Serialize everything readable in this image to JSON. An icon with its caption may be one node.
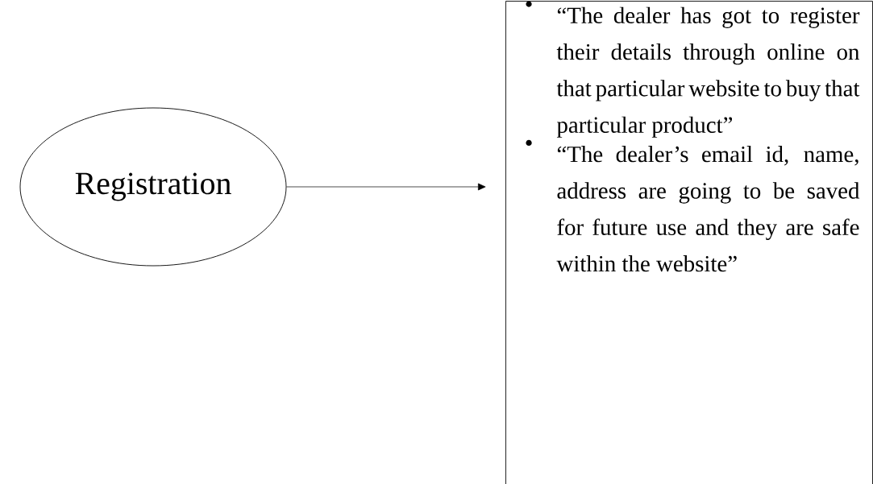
{
  "diagram": {
    "nodes": [
      {
        "text": [
          "Registration"
        ]
      },
      {
        "text": [
          "“The dealer has got to register their details through online on that particular website to buy that particular product”",
          "“The dealer’s email id, name, address are going to be saved for future use and they are safe within the website”"
        ]
      }
    ],
    "edges": [
      {
        "from": 0,
        "to": 1,
        "arrow": "to"
      }
    ]
  }
}
